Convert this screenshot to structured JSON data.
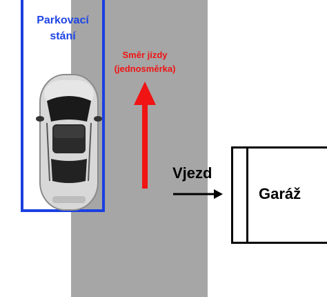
{
  "parking": {
    "line1": "Parkovací",
    "line2": "stání"
  },
  "direction": {
    "line1": "Směr jízdy",
    "line2": "(jednosměrka)"
  },
  "entrance": {
    "label": "Vjezd"
  },
  "garage": {
    "label": "Garáž"
  },
  "colors": {
    "road": "#a6a6a6",
    "parking_outline": "#1a3fe0",
    "direction_arrow": "#f01414",
    "car_body": "#d4d4d4"
  }
}
